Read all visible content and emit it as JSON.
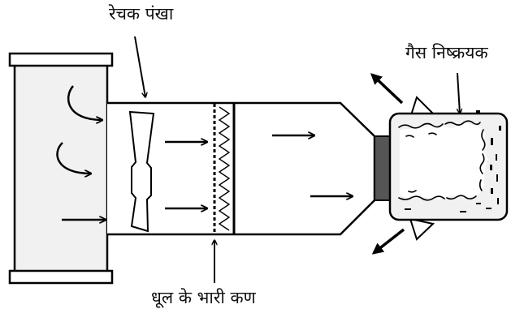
{
  "labels": {
    "exhaust_fan": "रेचक पंखा",
    "dust_particles": "धूल के भारी कण",
    "gas_neutralizer": "गैस निष्क्रयक"
  },
  "colors": {
    "background": "#ffffff",
    "stroke": "#000000",
    "chamber_fill": "#f1f1f1",
    "connector_fill": "#555555"
  }
}
